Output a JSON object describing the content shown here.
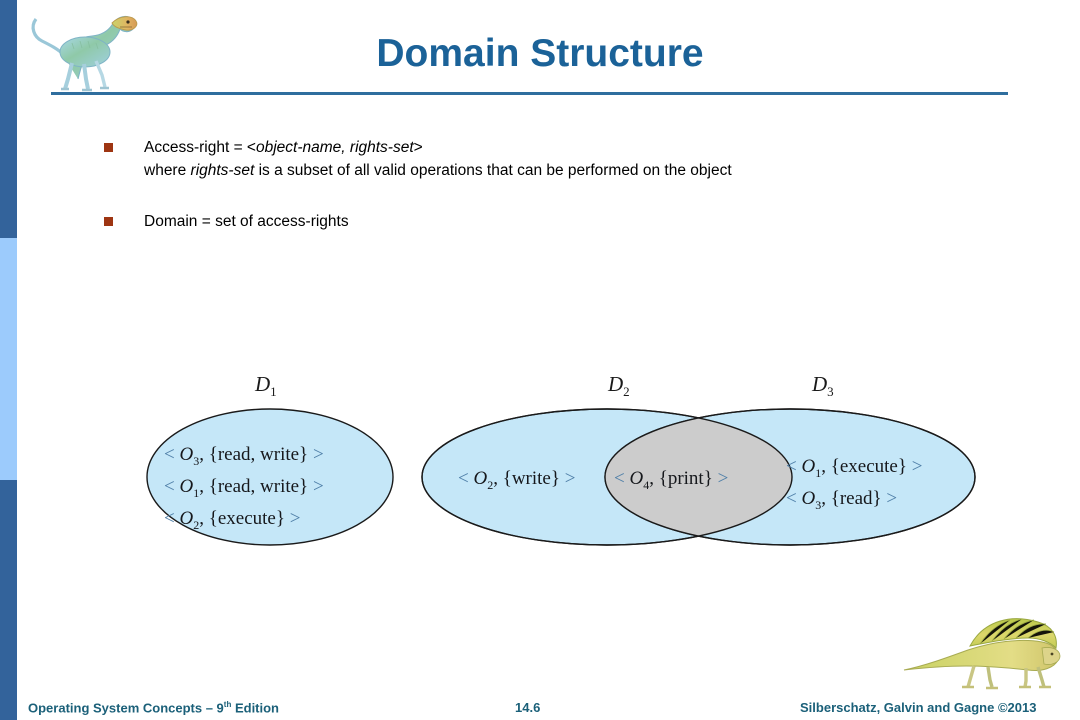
{
  "slide": {
    "title": "Domain Structure",
    "title_color": "#1b6298",
    "accent_dark": "#33639b",
    "accent_light": "#9ccbfc",
    "bullet_color": "#9e3512"
  },
  "bullets": [
    {
      "marker": "square-bullet",
      "line1_pre": "Access-right = <",
      "line1_em": "object-name, rights-set",
      "line1_post": ">",
      "line2_pre": "where ",
      "line2_em": "rights-set",
      "line2_post": " is a subset of all valid operations that can be performed on the object"
    },
    {
      "marker": "square-bullet",
      "line1_pre": "Domain = set of access-rights",
      "line1_em": "",
      "line1_post": "",
      "line2_pre": "",
      "line2_em": "",
      "line2_post": ""
    }
  ],
  "diagram": {
    "type": "venn",
    "fill_domain": "#c5e7f8",
    "fill_intersection": "#cccccc",
    "stroke": "#1a1a1a",
    "domains": [
      {
        "label": "D",
        "subscript": "1",
        "entries": [
          {
            "object": "O",
            "object_sub": "3",
            "rights": "{read, write}"
          },
          {
            "object": "O",
            "object_sub": "1",
            "rights": "{read, write}"
          },
          {
            "object": "O",
            "object_sub": "2",
            "rights": "{execute}"
          }
        ]
      },
      {
        "label": "D",
        "subscript": "2",
        "entries": [
          {
            "object": "O",
            "object_sub": "2",
            "rights": "{write}"
          }
        ]
      },
      {
        "label": "D",
        "subscript": "3",
        "entries": [
          {
            "object": "O",
            "object_sub": "1",
            "rights": "{execute}"
          },
          {
            "object": "O",
            "object_sub": "3",
            "rights": "{read}"
          }
        ]
      }
    ],
    "intersection": {
      "between": "D2-D3",
      "entries": [
        {
          "object": "O",
          "object_sub": "4",
          "rights": "{print}"
        }
      ]
    }
  },
  "footer": {
    "left_pre": "Operating System Concepts – 9",
    "left_sup": "th",
    "left_post": " Edition",
    "page": "14.6",
    "right": "Silberschatz, Galvin and Gagne ©2013",
    "color": "#1b6079"
  },
  "decor": {
    "top_dino": "dinosaur-illustration",
    "bottom_dino": "dimetrodon-illustration"
  }
}
